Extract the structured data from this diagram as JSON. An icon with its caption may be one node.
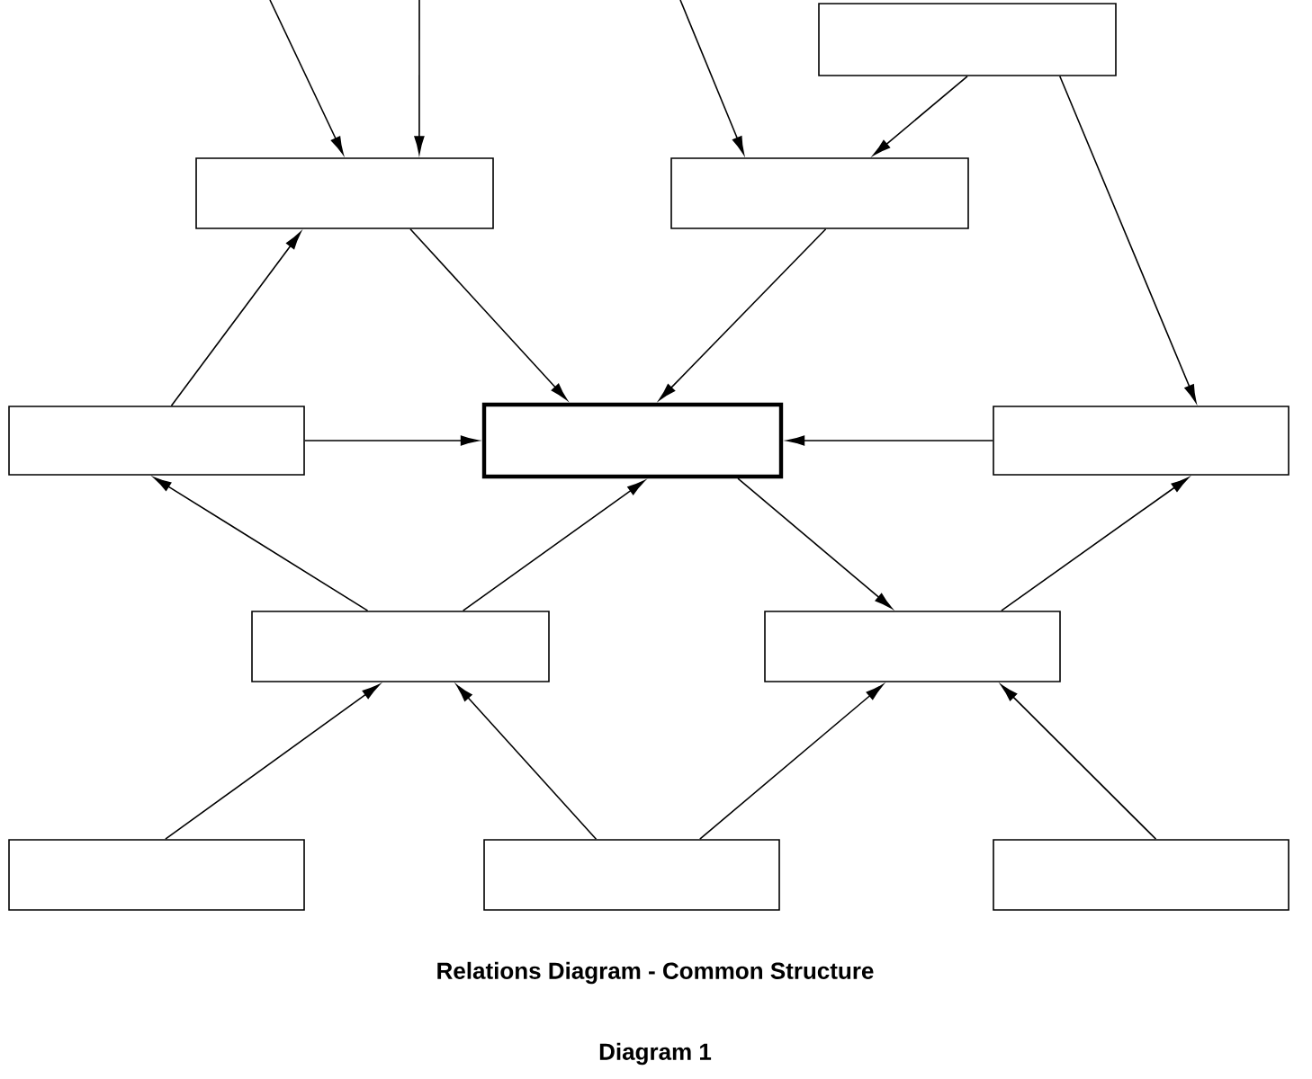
{
  "diagram": {
    "title": "Relations Diagram - Common Structure",
    "caption": "Diagram 1",
    "nodes": [
      {
        "text": [],
        "shape": "box"
      },
      {
        "text": [],
        "shape": "box"
      },
      {
        "text": [],
        "shape": "box"
      },
      {
        "text": [],
        "shape": "box"
      },
      {
        "text": [],
        "shape": "box"
      },
      {
        "text": [],
        "shape": "box"
      },
      {
        "text": [],
        "shape": "box"
      },
      {
        "text": [],
        "shape": "box"
      },
      {
        "text": [],
        "shape": "box"
      },
      {
        "text": [],
        "shape": "box"
      },
      {
        "text": [],
        "shape": "box"
      }
    ],
    "edges": [
      {
        "from": null,
        "to": 1,
        "arrow": "to"
      },
      {
        "from": null,
        "to": 1,
        "arrow": "to"
      },
      {
        "from": null,
        "to": 2,
        "arrow": "to"
      },
      {
        "from": 0,
        "to": 2,
        "arrow": "to"
      },
      {
        "from": 0,
        "to": 5,
        "arrow": "to"
      },
      {
        "from": 3,
        "to": 1,
        "arrow": "to"
      },
      {
        "from": 1,
        "to": 4,
        "arrow": "to"
      },
      {
        "from": 2,
        "to": 4,
        "arrow": "to"
      },
      {
        "from": 3,
        "to": 4,
        "arrow": "to"
      },
      {
        "from": 5,
        "to": 4,
        "arrow": "to"
      },
      {
        "from": 6,
        "to": 3,
        "arrow": "to"
      },
      {
        "from": 6,
        "to": 4,
        "arrow": "to"
      },
      {
        "from": 4,
        "to": 7,
        "arrow": "to"
      },
      {
        "from": 7,
        "to": 5,
        "arrow": "to"
      },
      {
        "from": 8,
        "to": 6,
        "arrow": "to"
      },
      {
        "from": 9,
        "to": 6,
        "arrow": "to"
      },
      {
        "from": 9,
        "to": 7,
        "arrow": "to"
      },
      {
        "from": 10,
        "to": 7,
        "arrow": "to"
      }
    ]
  }
}
